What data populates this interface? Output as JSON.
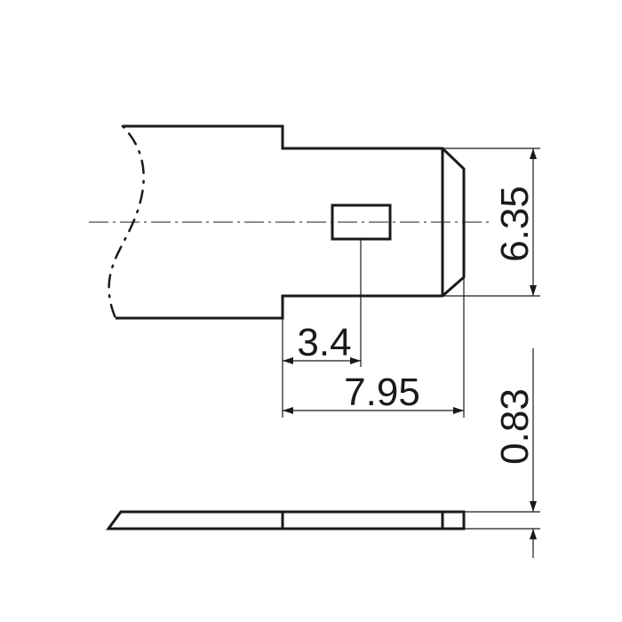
{
  "dimensions": {
    "hole_offset": "3.4",
    "tab_length": "7.95",
    "tab_width": "6.35",
    "thickness": "0.83"
  }
}
